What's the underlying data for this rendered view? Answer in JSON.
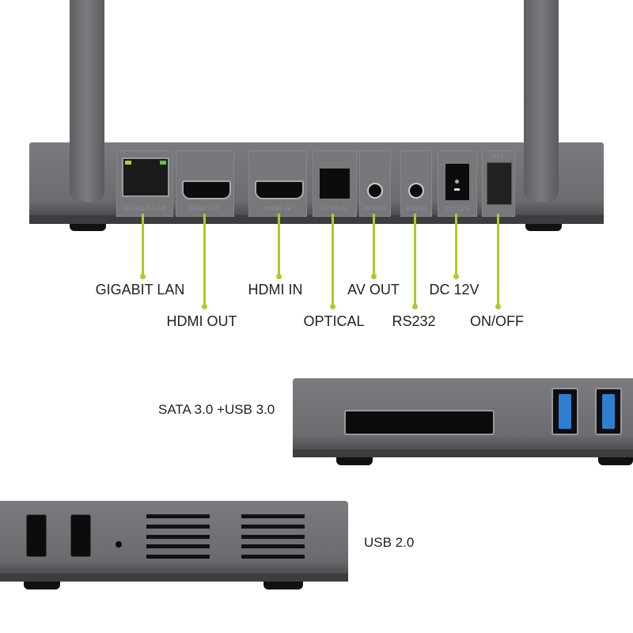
{
  "callouts": {
    "gigabit_lan": "GIGABIT LAN",
    "hdmi_out": "HDMI OUT",
    "hdmi_in": "HDMI IN",
    "optical": "OPTICAL",
    "av_out": "AV OUT",
    "rs232": "RS232",
    "dc_12v": "DC 12V",
    "on_off": "ON/OFF"
  },
  "panel_labels": {
    "gigabit_lan": "GIGABIT LAN",
    "hdmi_out": "HDMI OUT",
    "hdmi_in": "HDMI IN",
    "optical": "OPTICAL",
    "av_out": "AV OUT",
    "rs232": "RS232",
    "dc_12v": "DC 12V",
    "off": "OFF"
  },
  "side_view": {
    "label": "SATA 3.0 +USB 3.0"
  },
  "front_view": {
    "label": "USB 2.0"
  },
  "colors": {
    "accent": "#a6cf2a",
    "usb3": "#2f7fd0",
    "device": "#6e6f73"
  }
}
